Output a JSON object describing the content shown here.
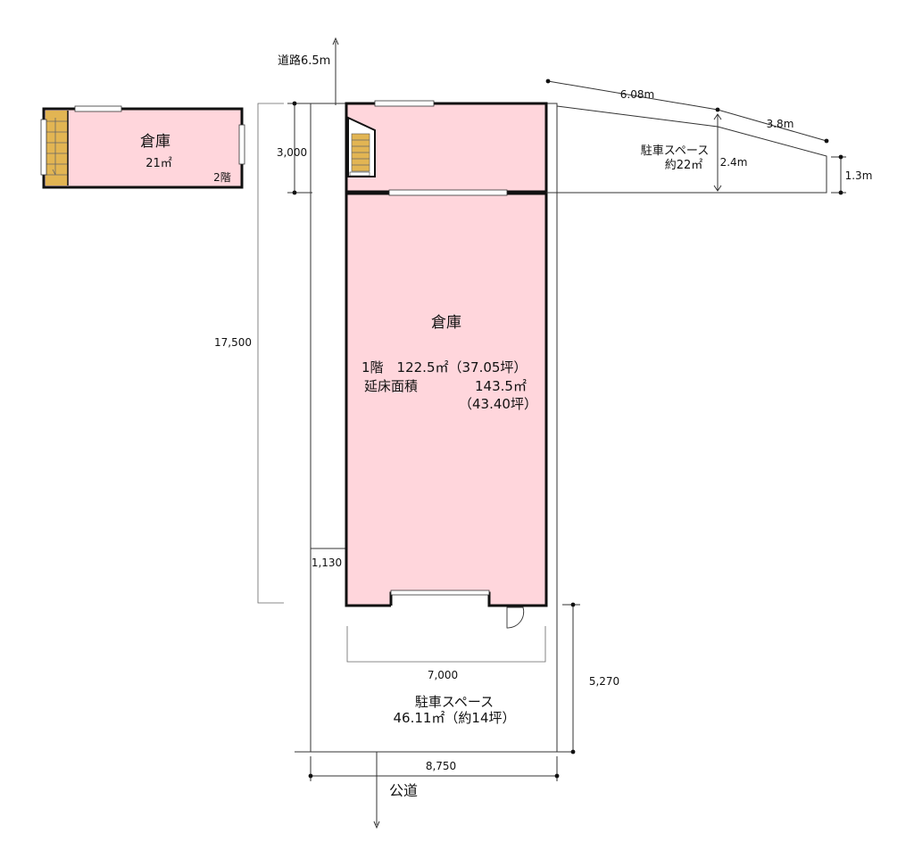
{
  "colors": {
    "room_fill": "#ffd6dc",
    "wall": "#111111",
    "stair": "#e2b553"
  },
  "annex": {
    "title": "倉庫",
    "area": "21㎡",
    "floor": "2階"
  },
  "main": {
    "title": "倉庫",
    "floor1": "1階　122.5㎡（37.05坪）",
    "total_label": "延床面積",
    "total_area": "143.5㎡",
    "total_tsubo": "（43.40坪）"
  },
  "roads": {
    "top": "道路6.5m",
    "bottom": "公道"
  },
  "parking_top": {
    "label": "駐車スペース",
    "area": "約22㎡"
  },
  "parking_bottom": {
    "label": "駐車スペース",
    "area": "46.11㎡（約14坪）"
  },
  "dims": {
    "d3000": "3,000",
    "d17500": "17,500",
    "d1130": "1,130",
    "d7000": "7,000",
    "d5270": "5,270",
    "d8750": "8,750",
    "m608": "6.08m",
    "m38": "3.8m",
    "m24": "2.4m",
    "m13": "1.3m"
  }
}
